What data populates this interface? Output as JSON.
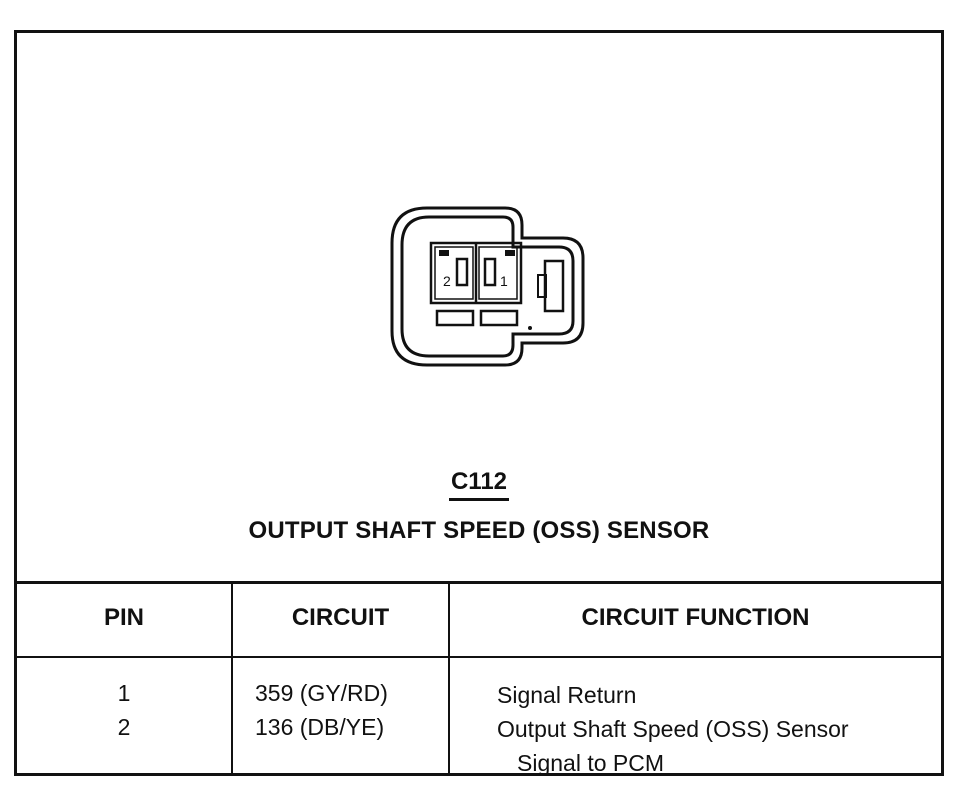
{
  "connector": {
    "id": "C112",
    "name": "OUTPUT SHAFT SPEED (OSS) SENSOR",
    "pin_labels": [
      "2",
      "1"
    ]
  },
  "table": {
    "headers": [
      "PIN",
      "CIRCUIT",
      "CIRCUIT FUNCTION"
    ],
    "rows": [
      {
        "pin": "1",
        "circuit": "359 (GY/RD)",
        "function": "Signal Return",
        "function_cont": ""
      },
      {
        "pin": "2",
        "circuit": "136 (DB/YE)",
        "function": "Output Shaft Speed (OSS) Sensor",
        "function_cont": "Signal to PCM"
      }
    ]
  }
}
